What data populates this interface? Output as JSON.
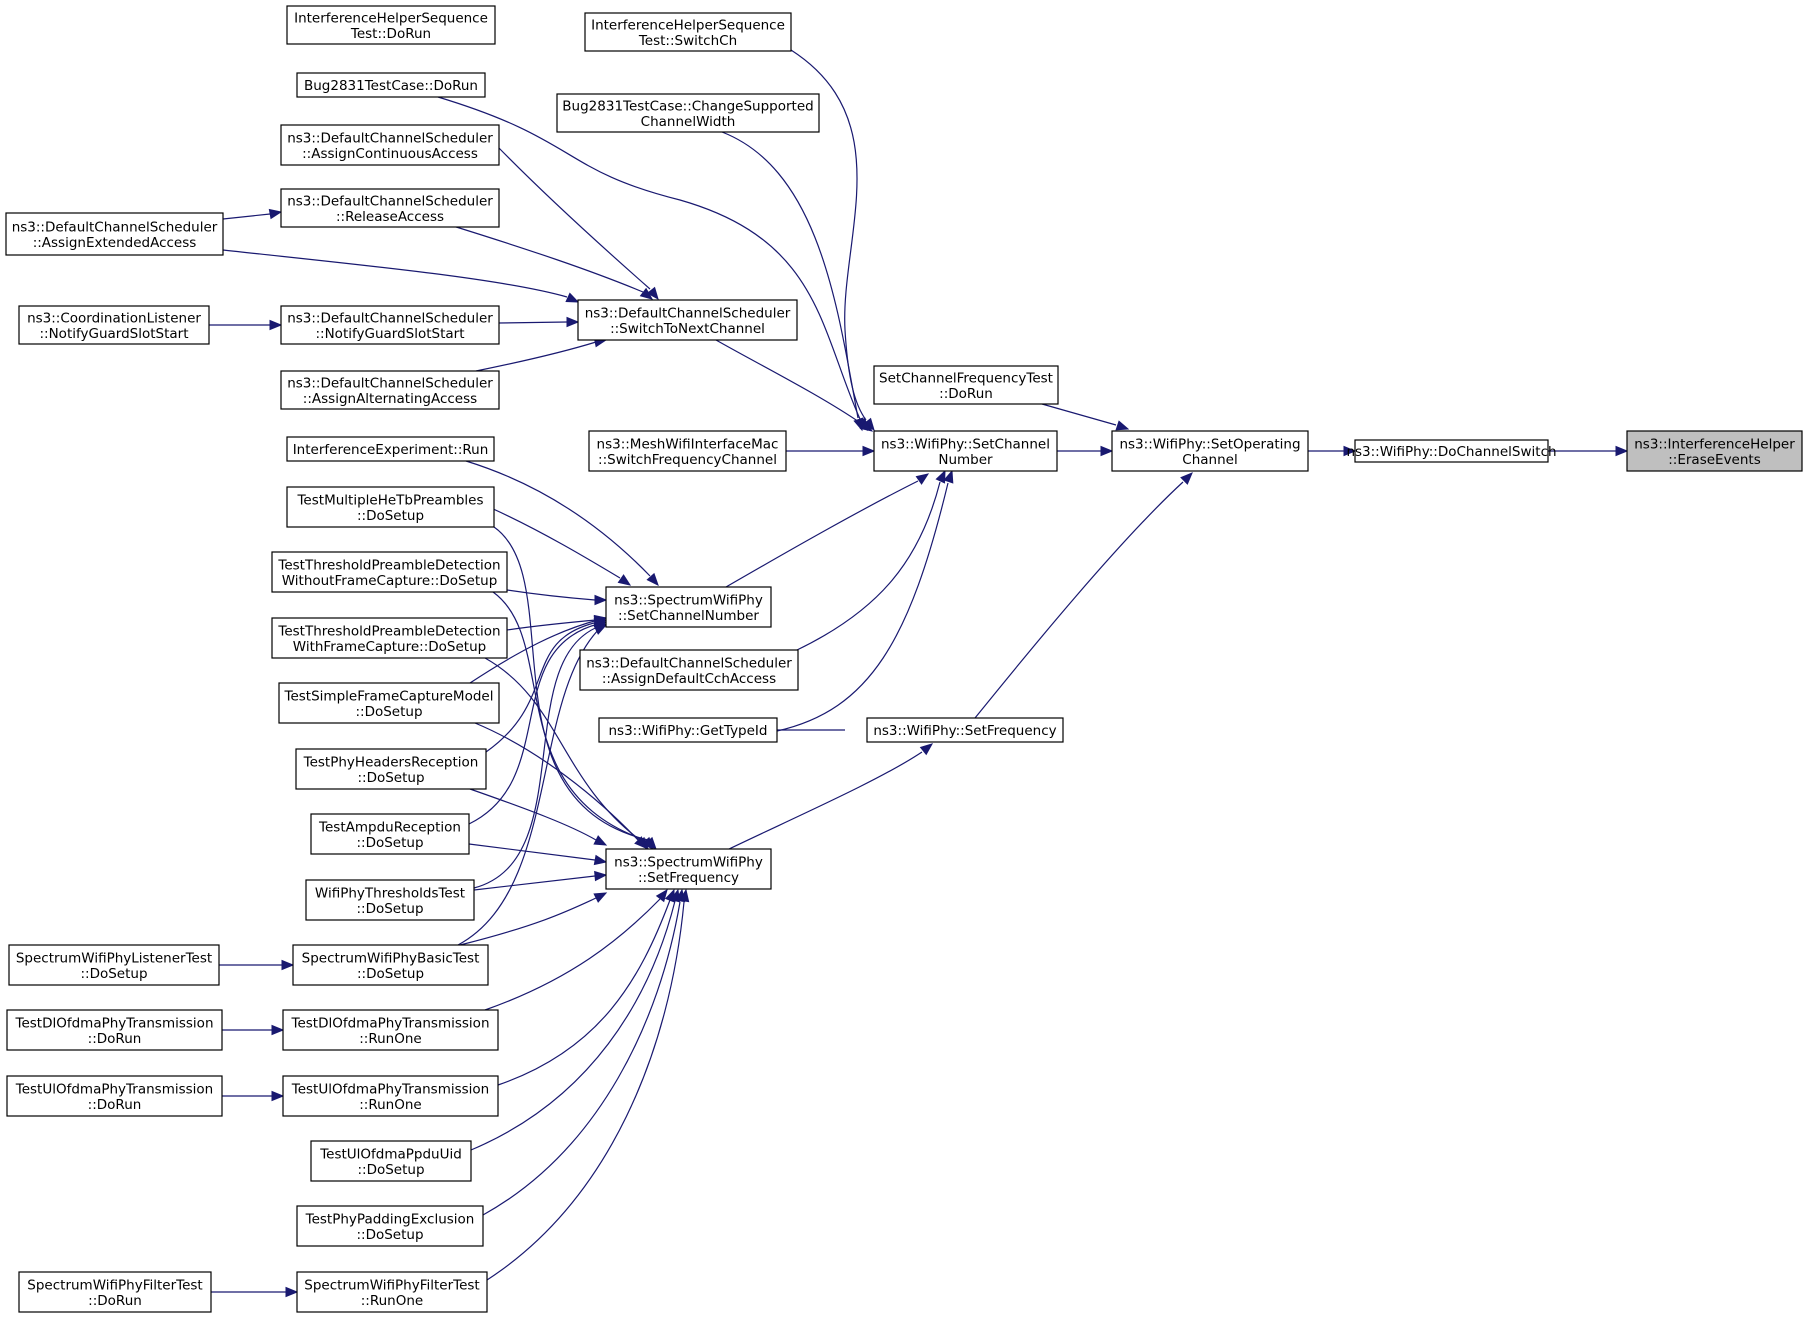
{
  "diagram": {
    "edge_color": "#191970",
    "root_fill": "#bfbfbf",
    "nodes": [
      {
        "id": "erase",
        "lines": [
          "ns3::InterferenceHelper",
          "::EraseEvents"
        ],
        "root": true
      },
      {
        "id": "dochsw",
        "lines": [
          "ns3::WifiPhy::DoChannelSwitch"
        ]
      },
      {
        "id": "setop",
        "lines": [
          "ns3::WifiPhy::SetOperating",
          "Channel"
        ]
      },
      {
        "id": "setch",
        "lines": [
          "ns3::WifiPhy::SetChannel",
          "Number"
        ]
      },
      {
        "id": "scft",
        "lines": [
          "SetChannelFrequencyTest",
          "::DoRun"
        ]
      },
      {
        "id": "setfreq",
        "lines": [
          "ns3::WifiPhy::SetFrequency"
        ]
      },
      {
        "id": "ihst_sw",
        "lines": [
          "InterferenceHelperSequence",
          "Test::SwitchCh"
        ]
      },
      {
        "id": "ihst_run",
        "lines": [
          "InterferenceHelperSequence",
          "Test::DoRun"
        ]
      },
      {
        "id": "bug_csw",
        "lines": [
          "Bug2831TestCase::ChangeSupported",
          "ChannelWidth"
        ]
      },
      {
        "id": "bug_run",
        "lines": [
          "Bug2831TestCase::DoRun"
        ]
      },
      {
        "id": "dcs_next",
        "lines": [
          "ns3::DefaultChannelScheduler",
          "::SwitchToNextChannel"
        ]
      },
      {
        "id": "dcs_cont",
        "lines": [
          "ns3::DefaultChannelScheduler",
          "::AssignContinuousAccess"
        ]
      },
      {
        "id": "dcs_rel",
        "lines": [
          "ns3::DefaultChannelScheduler",
          "::ReleaseAccess"
        ]
      },
      {
        "id": "dcs_ext",
        "lines": [
          "ns3::DefaultChannelScheduler",
          "::AssignExtendedAccess"
        ]
      },
      {
        "id": "dcs_guard",
        "lines": [
          "ns3::DefaultChannelScheduler",
          "::NotifyGuardSlotStart"
        ]
      },
      {
        "id": "coord",
        "lines": [
          "ns3::CoordinationListener",
          "::NotifyGuardSlotStart"
        ]
      },
      {
        "id": "dcs_alt",
        "lines": [
          "ns3::DefaultChannelScheduler",
          "::AssignAlternatingAccess"
        ]
      },
      {
        "id": "mesh",
        "lines": [
          "ns3::MeshWifiInterfaceMac",
          "::SwitchFrequencyChannel"
        ]
      },
      {
        "id": "swp_ch",
        "lines": [
          "ns3::SpectrumWifiPhy",
          "::SetChannelNumber"
        ]
      },
      {
        "id": "dcs_cch",
        "lines": [
          "ns3::DefaultChannelScheduler",
          "::AssignDefaultCchAccess"
        ]
      },
      {
        "id": "gettype",
        "lines": [
          "ns3::WifiPhy::GetTypeId"
        ]
      },
      {
        "id": "swp_freq",
        "lines": [
          "ns3::SpectrumWifiPhy",
          "::SetFrequency"
        ]
      },
      {
        "id": "ie_run",
        "lines": [
          "InterferenceExperiment::Run"
        ]
      },
      {
        "id": "tmhe",
        "lines": [
          "TestMultipleHeTbPreambles",
          "::DoSetup"
        ]
      },
      {
        "id": "tpd_wo",
        "lines": [
          "TestThresholdPreambleDetection",
          "WithoutFrameCapture::DoSetup"
        ]
      },
      {
        "id": "tpd_w",
        "lines": [
          "TestThresholdPreambleDetection",
          "WithFrameCapture::DoSetup"
        ]
      },
      {
        "id": "tsfc",
        "lines": [
          "TestSimpleFrameCaptureModel",
          "::DoSetup"
        ]
      },
      {
        "id": "tphr",
        "lines": [
          "TestPhyHeadersReception",
          "::DoSetup"
        ]
      },
      {
        "id": "tampdu",
        "lines": [
          "TestAmpduReception",
          "::DoSetup"
        ]
      },
      {
        "id": "wpth",
        "lines": [
          "WifiPhyThresholdsTest",
          "::DoSetup"
        ]
      },
      {
        "id": "swpb",
        "lines": [
          "SpectrumWifiPhyBasicTest",
          "::DoSetup"
        ]
      },
      {
        "id": "swpl",
        "lines": [
          "SpectrumWifiPhyListenerTest",
          "::DoSetup"
        ]
      },
      {
        "id": "tdl_one",
        "lines": [
          "TestDlOfdmaPhyTransmission",
          "::RunOne"
        ]
      },
      {
        "id": "tdl_run",
        "lines": [
          "TestDlOfdmaPhyTransmission",
          "::DoRun"
        ]
      },
      {
        "id": "tul_one",
        "lines": [
          "TestUlOfdmaPhyTransmission",
          "::RunOne"
        ]
      },
      {
        "id": "tul_run",
        "lines": [
          "TestUlOfdmaPhyTransmission",
          "::DoRun"
        ]
      },
      {
        "id": "tulpid",
        "lines": [
          "TestUlOfdmaPpduUid",
          "::DoSetup"
        ]
      },
      {
        "id": "tpad",
        "lines": [
          "TestPhyPaddingExclusion",
          "::DoSetup"
        ]
      },
      {
        "id": "swpf_one",
        "lines": [
          "SpectrumWifiPhyFilterTest",
          "::RunOne"
        ]
      },
      {
        "id": "swpf_run",
        "lines": [
          "SpectrumWifiPhyFilterTest",
          "::DoRun"
        ]
      }
    ]
  }
}
